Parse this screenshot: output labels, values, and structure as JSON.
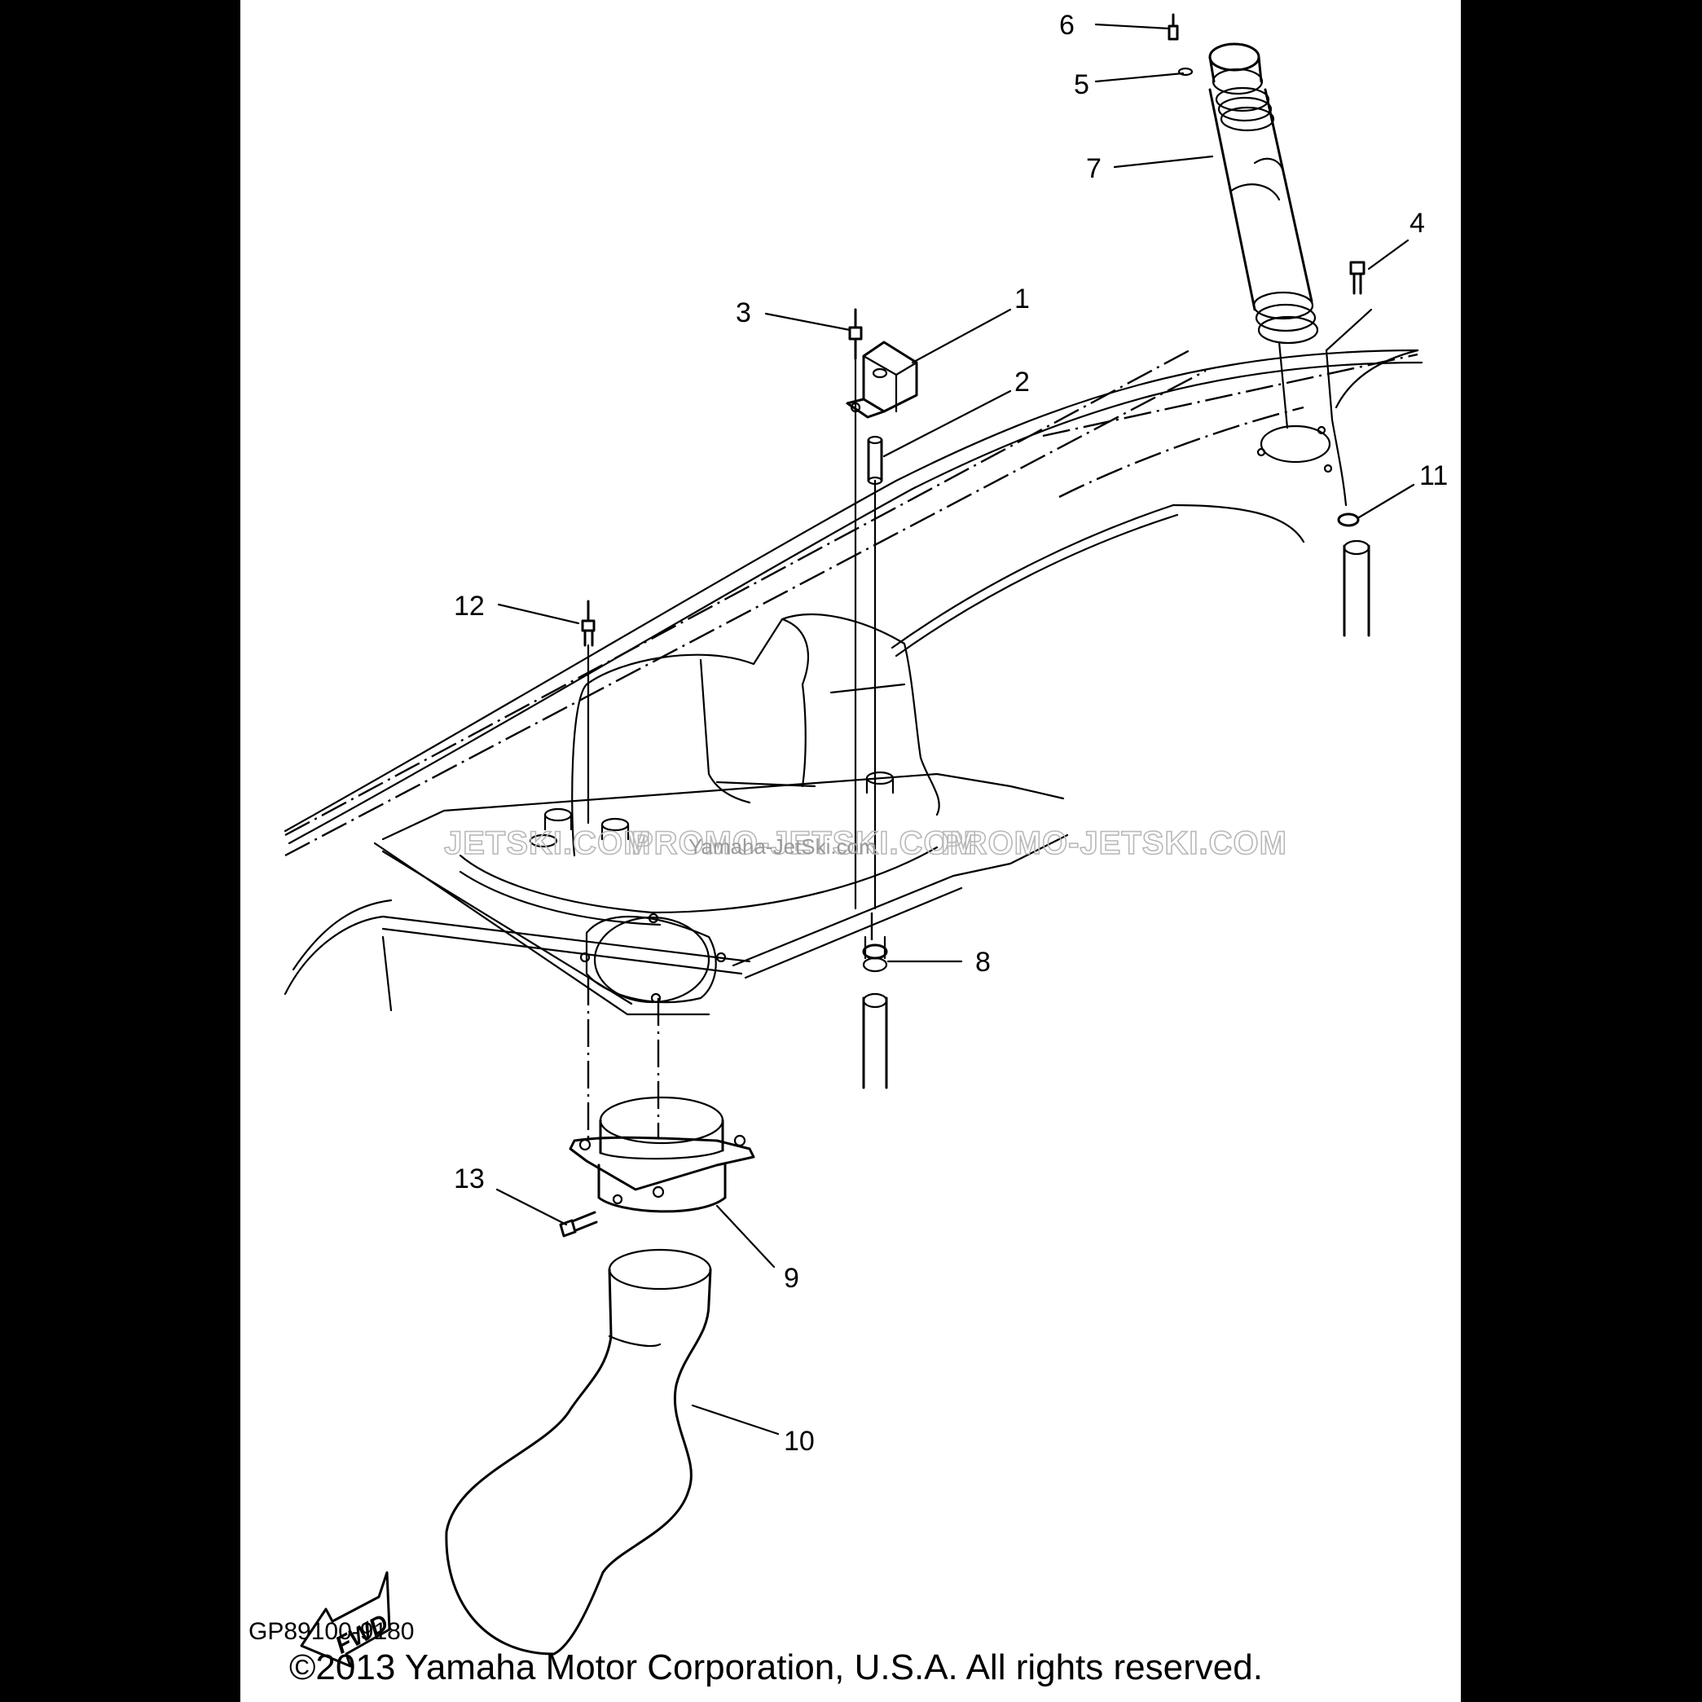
{
  "callouts": {
    "c1": "1",
    "c2": "2",
    "c3": "3",
    "c4": "4",
    "c5": "5",
    "c6": "6",
    "c7": "7",
    "c8": "8",
    "c9": "9",
    "c10": "10",
    "c11": "11",
    "c12": "12",
    "c13": "13"
  },
  "fwd_label": "FWD",
  "watermark": {
    "left": "JETSKI.COM",
    "middle": "PROMO-JETSKI.COM",
    "right": "PROMO-JETSKI.COM",
    "overlay": "Yamaha-JetSki.com"
  },
  "diagram_code": "GP89100-9180",
  "copyright": "©2013 Yamaha Motor Corporation, U.S.A. All rights reserved."
}
